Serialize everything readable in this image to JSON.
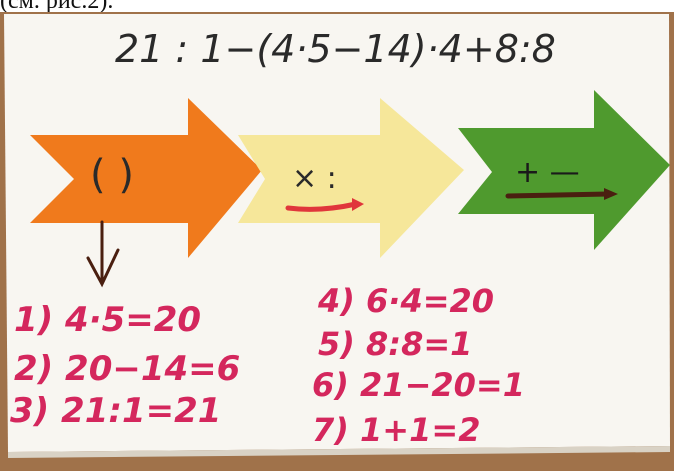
{
  "caption": "(см. рис.2).",
  "expression": "21 : 1−(4·5−14)·4+8:8",
  "arrows": [
    {
      "label": "( )",
      "color": "#f07a1c",
      "underline": false
    },
    {
      "label": "× :",
      "color": "#f6e79a",
      "underline": true,
      "underline_color": "#e0363b"
    },
    {
      "label": "+ —",
      "color": "#4f9a2e",
      "underline": true,
      "underline_color": "#4a1f10"
    }
  ],
  "steps_left": [
    "1) 4·5=20",
    "2) 20−14=6",
    "3) 21:1=21"
  ],
  "steps_right": [
    "4) 6·4=20",
    "5) 8:8=1",
    "6) 21−20=1",
    "7) 1+1=2"
  ],
  "colors": {
    "paper": "#f8f6f1",
    "board": "#a0724a",
    "ink_black": "#2a2a2a",
    "ink_red": "#d4275d"
  }
}
